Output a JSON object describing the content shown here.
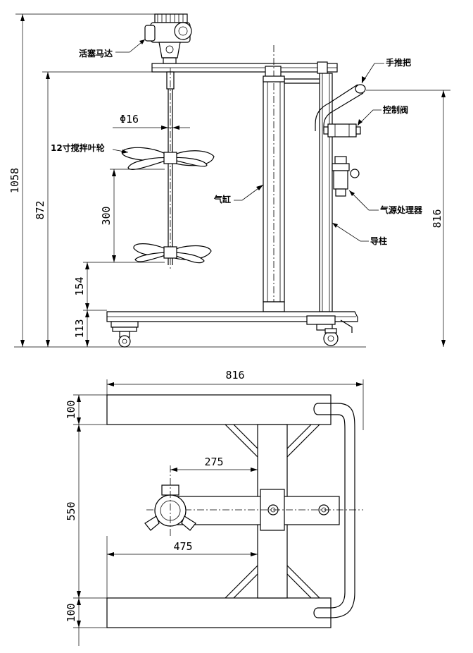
{
  "labels": {
    "piston_motor": "活塞马达",
    "handle": "手推把",
    "control_valve": "控制阀",
    "impeller": "12寸搅拌叶轮",
    "cylinder": "气缸",
    "air_source_unit": "气源处理器",
    "guide_column": "导柱"
  },
  "dimensions": {
    "total_height": "1058",
    "beam_height": "872",
    "handle_height": "816",
    "shaft_diameter": "Φ16",
    "blade_spacing": "300",
    "blade_clearance": "154",
    "base_height": "113",
    "base_width": "816",
    "bar_width_top": "100",
    "inner_span": "550",
    "bar_width_bottom": "100",
    "motor_offset": "275",
    "shaft_offset": "475"
  }
}
